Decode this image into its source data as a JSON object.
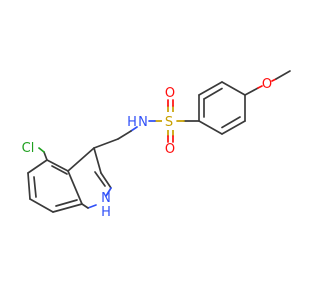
{
  "molecule": {
    "atoms": {
      "sulfur": "S",
      "oxygen_top": "O",
      "oxygen_bottom": "O",
      "oxygen_methoxy": "O",
      "nitrogen_amide": "N",
      "hydrogen_amide": "H",
      "chlorine": "Cl",
      "nitrogen_indole": "N",
      "hydrogen_indole": "H"
    },
    "colors": {
      "carbon_bond": "#3a3a3a",
      "oxygen": "#ff0d0d",
      "sulfur": "#c8a000",
      "nitrogen": "#3050f8",
      "chlorine": "#1fa01f",
      "background": "#ffffff"
    }
  }
}
